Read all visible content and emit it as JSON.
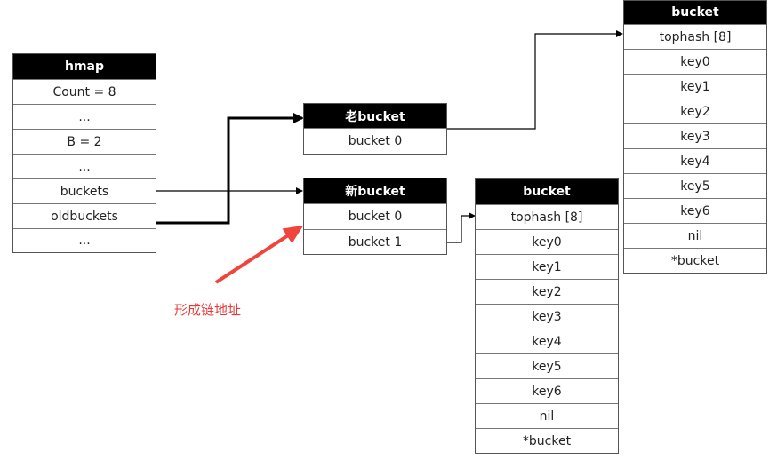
{
  "hmap": {
    "title": "hmap",
    "rows": [
      "Count = 8",
      "...",
      "B = 2",
      "...",
      "buckets",
      "oldbuckets",
      "..."
    ]
  },
  "old_bucket": {
    "title": "老bucket",
    "rows": [
      "bucket 0"
    ]
  },
  "new_bucket": {
    "title": "新bucket",
    "rows": [
      "bucket 0",
      "bucket 1"
    ]
  },
  "bucket_right": {
    "title": "bucket",
    "rows": [
      "tophash [8]",
      "key0",
      "key1",
      "key2",
      "key3",
      "key4",
      "key5",
      "key6",
      "nil",
      "*bucket"
    ]
  },
  "bucket_middle": {
    "title": "bucket",
    "rows": [
      "tophash [8]",
      "key0",
      "key1",
      "key2",
      "key3",
      "key4",
      "key5",
      "key6",
      "nil",
      "*bucket"
    ]
  },
  "annotation": {
    "text": "形成链地址"
  },
  "colors": {
    "header_bg": "#000000",
    "annotation": "#e83a3a"
  }
}
